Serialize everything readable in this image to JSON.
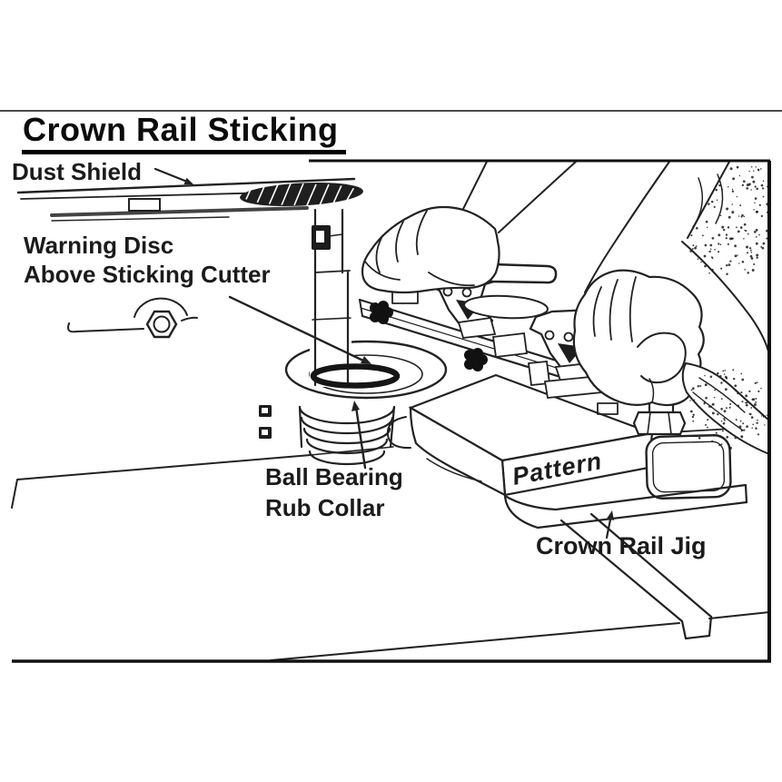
{
  "title": {
    "text": "Crown Rail Sticking"
  },
  "figure": {
    "ink_color": "#222222",
    "callouts": {
      "dust_shield": "Dust Shield",
      "warning_disc": [
        "Warning Disc",
        "Above Sticking Cutter"
      ],
      "ball_bearing": [
        "Ball Bearing",
        "Rub Collar"
      ],
      "pattern": "Pattern",
      "crown_rail_jig": "Crown Rail Jig"
    }
  }
}
